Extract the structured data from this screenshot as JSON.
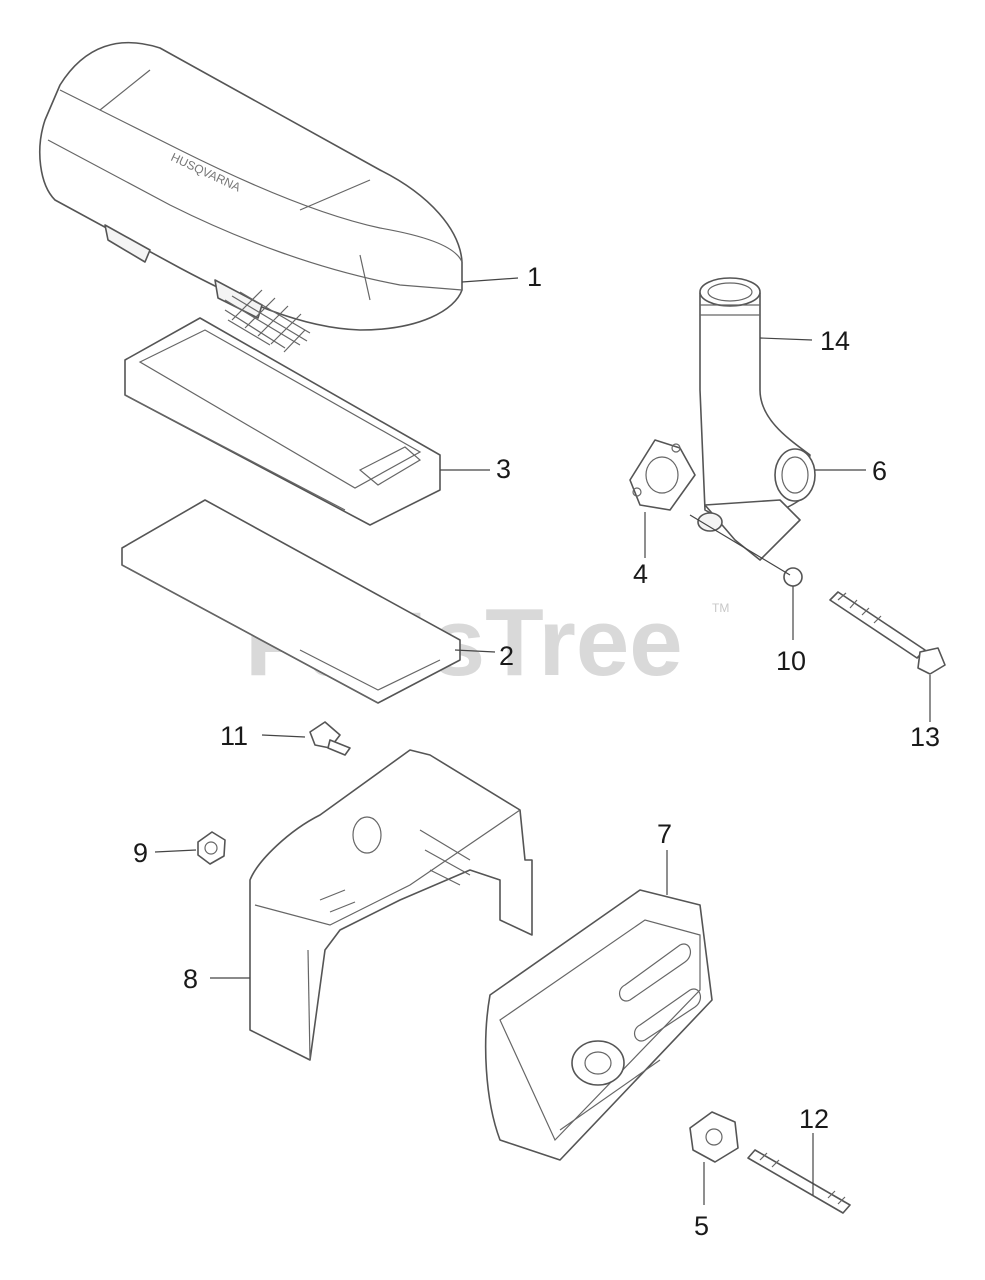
{
  "watermark": {
    "text": "PartsTree",
    "trademark": "TM"
  },
  "cover_brand": "HUSQVARNA",
  "callouts": {
    "c1": "1",
    "c2": "2",
    "c3": "3",
    "c4": "4",
    "c5": "5",
    "c6": "6",
    "c7": "7",
    "c8": "8",
    "c9": "9",
    "c10": "10",
    "c11": "11",
    "c12": "12",
    "c13": "13",
    "c14": "14"
  },
  "colors": {
    "line": "#555555",
    "watermark": "#d3d3d3",
    "background": "#ffffff"
  }
}
